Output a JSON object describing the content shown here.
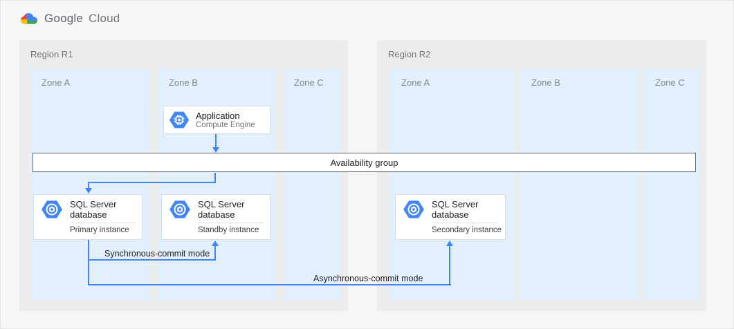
{
  "brand": {
    "google": "Google",
    "cloud": "Cloud"
  },
  "regions": [
    {
      "label": "Region R1",
      "zones": [
        {
          "label": "Zone A"
        },
        {
          "label": "Zone B"
        },
        {
          "label": "Zone C"
        }
      ]
    },
    {
      "label": "Region R2",
      "zones": [
        {
          "label": "Zone A"
        },
        {
          "label": "Zone B"
        },
        {
          "label": "Zone C"
        }
      ]
    }
  ],
  "cards": {
    "application": {
      "title": "Application",
      "subtitle": "Compute Engine"
    },
    "primary": {
      "title": "SQL Server database",
      "instance": "Primary instance"
    },
    "standby": {
      "title": "SQL Server database",
      "instance": "Standby instance"
    },
    "secondary": {
      "title": "SQL Server database",
      "instance": "Secondary instance"
    }
  },
  "availability_group": {
    "label": "Availability group"
  },
  "edges": {
    "sync_label": "Synchronous-commit mode",
    "async_label": "Asynchronous-commit mode"
  },
  "colors": {
    "accent_blue": "#4285F4",
    "edge_blue": "#4284F4",
    "zone_bg": "#E2EFFC",
    "region_bg": "#ECECEC",
    "page_bg": "#F6F6F6",
    "card_border": "#DADCE0",
    "bar_border": "#5F6368",
    "logo_red": "#EA4335",
    "logo_yellow": "#FBBC04",
    "logo_green": "#34A853"
  }
}
